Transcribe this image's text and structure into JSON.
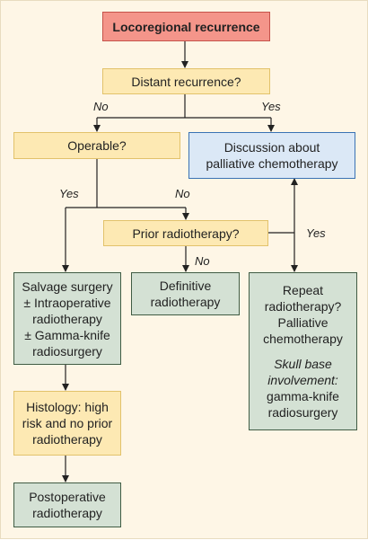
{
  "nodes": {
    "locoregional": "Locoregional recurrence",
    "distant": "Distant recurrence?",
    "operable": "Operable?",
    "discussion": [
      "Discussion about",
      "palliative chemotherapy"
    ],
    "prior_rt": "Prior radiotherapy?",
    "salvage": [
      "Salvage surgery",
      "± Intraoperative",
      "radiotherapy",
      "± Gamma-knife",
      "radiosurgery"
    ],
    "definitive": [
      "Definitive",
      "radiotherapy"
    ],
    "repeat": [
      "Repeat",
      "radiotherapy?",
      "Palliative",
      "chemotherapy"
    ],
    "skull_base": [
      "Skull base",
      "involvement:"
    ],
    "gamma": [
      "gamma-knife",
      "radiosurgery"
    ],
    "histology": [
      "Histology: high",
      "risk and no prior",
      "radiotherapy"
    ],
    "postoperative": [
      "Postoperative",
      "radiotherapy"
    ]
  },
  "labels": {
    "no": "No",
    "yes": "Yes"
  },
  "colors": {
    "red_fill": "#f4958a",
    "yellow_fill": "#fde9b3",
    "blue_fill": "#dbe8f6",
    "green_fill": "#d4e1d4",
    "background": "#fef6e6",
    "line": "#222222"
  }
}
